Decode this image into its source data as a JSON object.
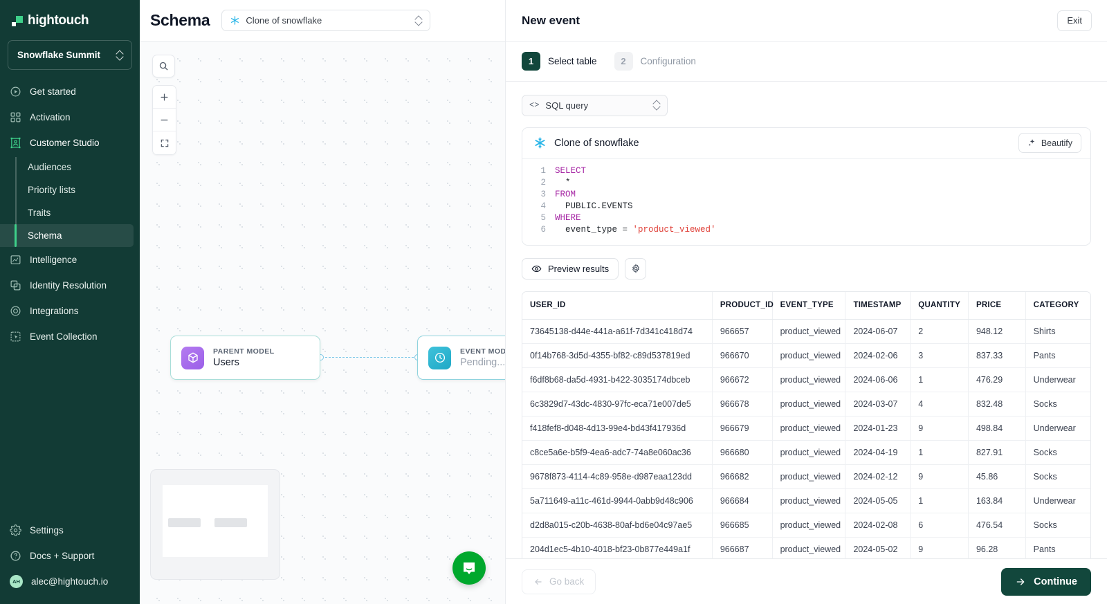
{
  "sidebar": {
    "brand": "hightouch",
    "workspace": "Snowflake Summit",
    "items": [
      {
        "label": "Get started",
        "icon": "play-circle-icon"
      },
      {
        "label": "Activation",
        "icon": "activation-grid-icon"
      },
      {
        "label": "Customer Studio",
        "icon": "customer-studio-icon"
      },
      {
        "label": "Intelligence",
        "icon": "intelligence-chart-icon"
      },
      {
        "label": "Identity Resolution",
        "icon": "identity-resolution-icon"
      },
      {
        "label": "Integrations",
        "icon": "integrations-circle-icon"
      },
      {
        "label": "Event Collection",
        "icon": "event-collection-icon"
      }
    ],
    "subitems": [
      {
        "label": "Audiences",
        "selected": false
      },
      {
        "label": "Priority lists",
        "selected": false
      },
      {
        "label": "Traits",
        "selected": false
      },
      {
        "label": "Schema",
        "selected": true
      }
    ],
    "bottom": [
      {
        "label": "Settings",
        "icon": "gear-icon"
      },
      {
        "label": "Docs + Support",
        "icon": "question-circle-icon"
      }
    ],
    "account": {
      "email": "alec@hightouch.io",
      "initials": "AH"
    },
    "accent": "#3ED08A",
    "background": "#123B35"
  },
  "canvas": {
    "page_title": "Schema",
    "source_select": {
      "value": "Clone of snowflake",
      "icon": "snowflake-icon"
    },
    "tools": [
      {
        "name": "search",
        "glyph": "magnifier-icon"
      },
      {
        "name": "zoom-in",
        "glyph": "plus-icon"
      },
      {
        "name": "zoom-out",
        "glyph": "minus-icon"
      },
      {
        "name": "fit-view",
        "glyph": "fullscreen-icon"
      }
    ],
    "nodes": [
      {
        "kicker": "PARENT MODEL",
        "title": "Users",
        "icon": "cube-icon",
        "color": "#9B5FE8"
      },
      {
        "kicker": "EVENT MODEL",
        "title": "Pending...",
        "icon": "clock-icon",
        "color": "#1FA8C6"
      }
    ],
    "intercom": "intercom-chat-icon"
  },
  "panel": {
    "title": "New event",
    "exit_label": "Exit",
    "steps": [
      {
        "num": "1",
        "label": "Select table",
        "active": true
      },
      {
        "num": "2",
        "label": "Configuration",
        "active": false
      }
    ],
    "query_type": {
      "value": "SQL query",
      "icon": "code-brackets-icon"
    },
    "editor": {
      "source_name": "Clone of snowflake",
      "source_icon": "snowflake-icon",
      "beautify_label": "Beautify",
      "beautify_icon": "sparkles-icon",
      "lines": [
        {
          "n": "1",
          "text": "SELECT",
          "kind": "kw"
        },
        {
          "n": "2",
          "text": "  *",
          "kind": "plain"
        },
        {
          "n": "3",
          "text": "FROM",
          "kind": "kw"
        },
        {
          "n": "4",
          "text": "  PUBLIC.EVENTS",
          "kind": "plain"
        },
        {
          "n": "5",
          "text": "WHERE",
          "kind": "kw"
        },
        {
          "n": "6",
          "text": "  event_type = 'product_viewed'",
          "kind": "mixed"
        }
      ]
    },
    "preview_label": "Preview results",
    "preview_icon": "eye-icon",
    "settings_icon": "gear-icon",
    "results": {
      "columns": [
        "USER_ID",
        "PRODUCT_ID",
        "EVENT_TYPE",
        "TIMESTAMP",
        "QUANTITY",
        "PRICE",
        "CATEGORY"
      ],
      "rows": [
        [
          "73645138-d44e-441a-a61f-7d341c418d74",
          "966657",
          "product_viewed",
          "2024-06-07",
          "2",
          "948.12",
          "Shirts"
        ],
        [
          "0f14b768-3d5d-4355-bf82-c89d537819ed",
          "966670",
          "product_viewed",
          "2024-02-06",
          "3",
          "837.33",
          "Pants"
        ],
        [
          "f6df8b68-da5d-4931-b422-3035174dbceb",
          "966672",
          "product_viewed",
          "2024-06-06",
          "1",
          "476.29",
          "Underwear"
        ],
        [
          "6c3829d7-43dc-4830-97fc-eca71e007de5",
          "966678",
          "product_viewed",
          "2024-03-07",
          "4",
          "832.48",
          "Socks"
        ],
        [
          "f418fef8-d048-4d13-99e4-bd43f417936d",
          "966679",
          "product_viewed",
          "2024-01-23",
          "9",
          "498.84",
          "Underwear"
        ],
        [
          "c8ce5a6e-b5f9-4ea6-adc7-74a8e060ac36",
          "966680",
          "product_viewed",
          "2024-04-19",
          "1",
          "827.91",
          "Socks"
        ],
        [
          "9678f873-4114-4c89-958e-d987eaa123dd",
          "966682",
          "product_viewed",
          "2024-02-12",
          "9",
          "45.86",
          "Socks"
        ],
        [
          "5a711649-a11c-461d-9944-0abb9d48c906",
          "966684",
          "product_viewed",
          "2024-05-05",
          "1",
          "163.84",
          "Underwear"
        ],
        [
          "d2d8a015-c20b-4638-80af-bd6e04c97ae5",
          "966685",
          "product_viewed",
          "2024-02-08",
          "6",
          "476.54",
          "Socks"
        ],
        [
          "204d1ec5-4b10-4018-bf23-0b877e449a1f",
          "966687",
          "product_viewed",
          "2024-05-02",
          "9",
          "96.28",
          "Pants"
        ]
      ]
    },
    "footer": {
      "back_label": "Go back",
      "back_icon": "arrow-left-icon",
      "continue_label": "Continue",
      "continue_icon": "arrow-right-icon",
      "continue_color": "#12473C"
    }
  }
}
